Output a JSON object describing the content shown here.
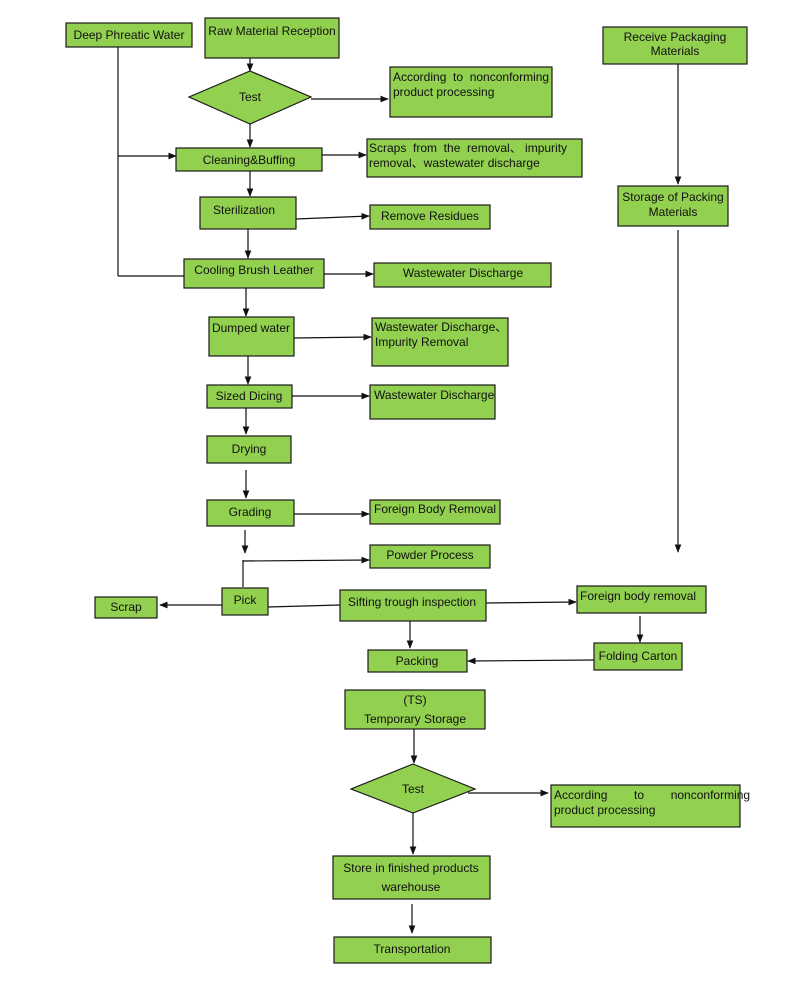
{
  "nodes": {
    "deep_phreatic_water": "Deep Phreatic Water",
    "raw_material_reception": "Raw Material Reception",
    "test_1": "Test",
    "nonconforming_1": [
      "According  to  nonconforming",
      "product processing"
    ],
    "cleaning_buffing": "Cleaning&Buffing",
    "scraps_removal": [
      "Scraps  from  the  removal、 impurity",
      "removal、wastewater discharge"
    ],
    "sterilization": "Sterilization",
    "remove_residues": "Remove Residues",
    "cooling_brush_leather": "Cooling Brush Leather",
    "wastewater_discharge_1": "Wastewater Discharge",
    "dumped_water": "Dumped water",
    "wastewater_impurity": [
      "Wastewater Discharge、",
      "Impurity Removal"
    ],
    "sized_dicing": "Sized Dicing",
    "wastewater_discharge_2": "Wastewater Discharge",
    "drying": "Drying",
    "grading": "Grading",
    "foreign_body_removal_1": "Foreign Body Removal",
    "powder_process": "Powder Process",
    "pick": "Pick",
    "scrap": "Scrap",
    "sifting_trough_inspection": "Sifting trough inspection",
    "foreign_body_removal_2": "Foreign body removal",
    "receive_packaging_materials": [
      "Receive Packaging",
      "Materials"
    ],
    "storage_packing_materials": [
      "Storage of Packing",
      "Materials"
    ],
    "folding_carton": "Folding Carton",
    "packing": "Packing",
    "temporary_storage": [
      "(TS)",
      "Temporary Storage"
    ],
    "test_2": "Test",
    "nonconforming_2": [
      "According        to        nonconforming",
      "product processing"
    ],
    "store_finished": [
      "Store in finished products",
      "warehouse"
    ],
    "transportation": "Transportation"
  },
  "colors": {
    "node_fill": "#92d050",
    "stroke": "#1a1a1a"
  }
}
